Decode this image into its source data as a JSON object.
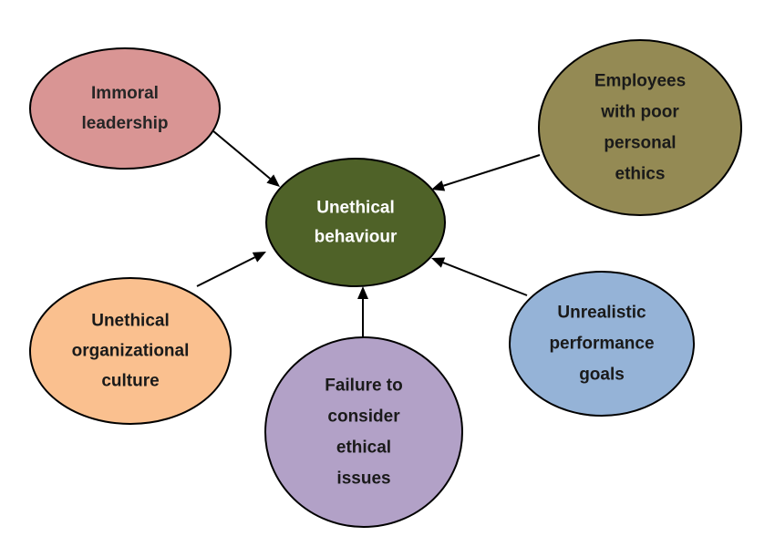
{
  "center": {
    "lines": [
      "Unethical",
      "behaviour"
    ],
    "fill": "#4f6228",
    "text_color": "#ffffff"
  },
  "causes": [
    {
      "id": "immoral-leadership",
      "lines": [
        "Immoral",
        "leadership"
      ],
      "fill": "#d99594",
      "text_color": "#262626"
    },
    {
      "id": "poor-personal-ethics",
      "lines": [
        "Employees",
        "with poor",
        "personal",
        "ethics"
      ],
      "fill": "#948a54",
      "text_color": "#1a1a1a"
    },
    {
      "id": "organizational-culture",
      "lines": [
        "Unethical",
        "organizational",
        "culture"
      ],
      "fill": "#fac08f",
      "text_color": "#1a1a1a"
    },
    {
      "id": "failure-to-consider",
      "lines": [
        "Failure to",
        "consider",
        "ethical",
        "issues"
      ],
      "fill": "#b2a1c7",
      "text_color": "#1a1a1a"
    },
    {
      "id": "unrealistic-goals",
      "lines": [
        "Unrealistic",
        "performance",
        "goals"
      ],
      "fill": "#95b3d7",
      "text_color": "#1a1a1a"
    }
  ],
  "arrow_color": "#000000",
  "border_color": "#000000"
}
